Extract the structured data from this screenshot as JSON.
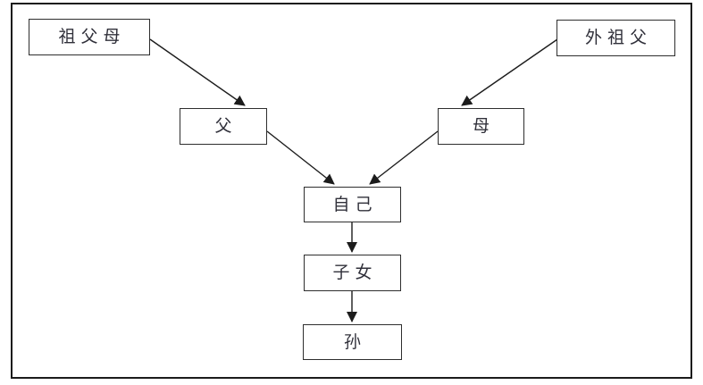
{
  "diagram": {
    "type": "flowchart-family-tree",
    "nodes": [
      {
        "id": "paternal-grandparents",
        "label": "祖父母"
      },
      {
        "id": "maternal-grandfather",
        "label": "外祖父"
      },
      {
        "id": "father",
        "label": "父"
      },
      {
        "id": "mother",
        "label": "母"
      },
      {
        "id": "self",
        "label": "自己"
      },
      {
        "id": "children",
        "label": "子女"
      },
      {
        "id": "grandchild",
        "label": "孙"
      }
    ],
    "edges": [
      {
        "from": "祖父母",
        "to": "父"
      },
      {
        "from": "外祖父",
        "to": "母"
      },
      {
        "from": "父",
        "to": "自己"
      },
      {
        "from": "母",
        "to": "自己"
      },
      {
        "from": "自己",
        "to": "子女"
      },
      {
        "from": "子女",
        "to": "孙"
      }
    ],
    "colors": {
      "background": "#ffffff",
      "frame_border": "#1b1b1b",
      "node_border": "#2e2e2e",
      "node_text": "#30303a",
      "arrow": "#1c1c1c"
    }
  }
}
